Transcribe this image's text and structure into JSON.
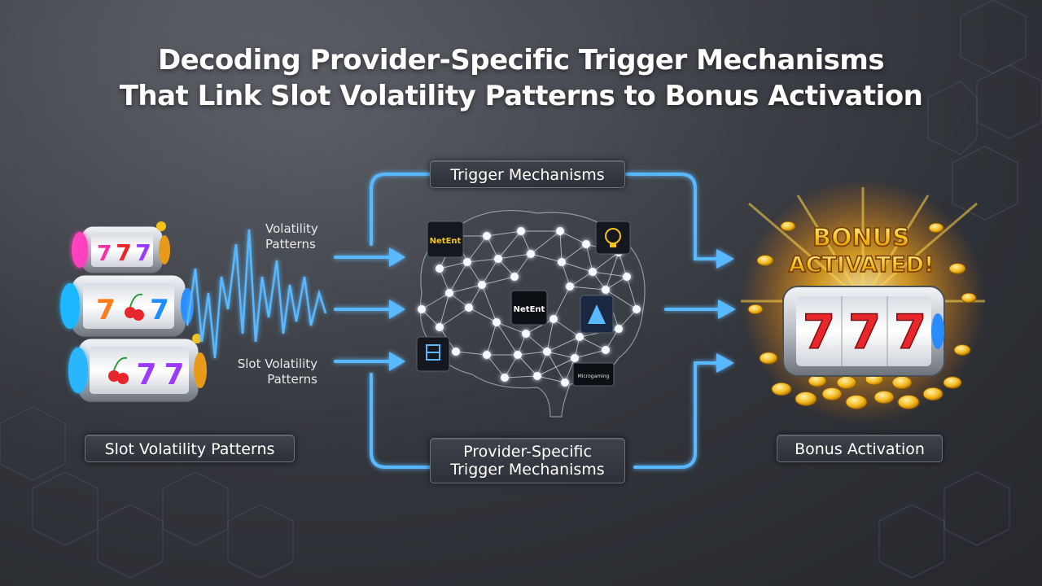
{
  "title": {
    "line1": "Decoding Provider-Specific Trigger Mechanisms",
    "line2": "That Link Slot Volatility Patterns to Bonus Activation"
  },
  "labels": {
    "slot_volatility": "Slot Volatility Patterns",
    "trigger_mechanisms": "Trigger Mechanisms",
    "provider_specific_line1": "Provider-Specific",
    "provider_specific_line2": "Trigger Mechanisms",
    "bonus_activation": "Bonus Activation",
    "volatility_patterns_line1": "Volatility",
    "volatility_patterns_line2": "Patterns",
    "slot_volatility_line1": "Slot  Volatility",
    "slot_volatility_line2": "Patterns"
  },
  "bonus_banner": {
    "line1": "BONUS",
    "line2": "ACTIVATED!"
  },
  "providers": {
    "netent": "NetEnt",
    "netent_center": "NetEnt",
    "small_tile": "Microgaming"
  },
  "reel_symbol": "7",
  "colors": {
    "accent_blue": "#5ab8ff",
    "gold": "#f5c21a",
    "seven_red": "#e8262b"
  }
}
